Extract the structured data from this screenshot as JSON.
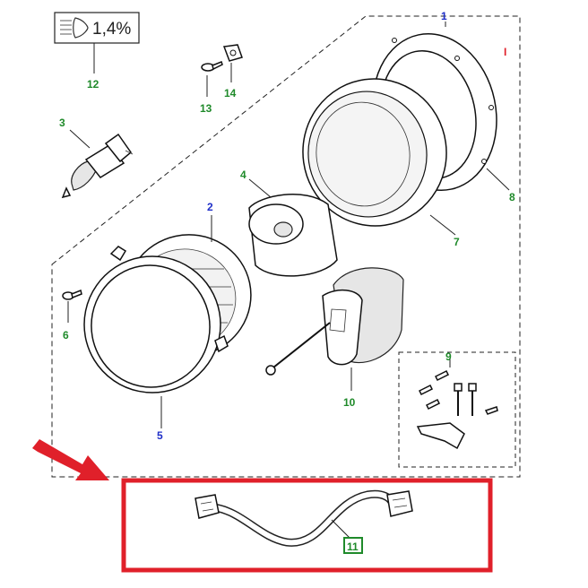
{
  "legend_box": {
    "value": "1,4%",
    "icon": "headlamp-beam-icon"
  },
  "callouts": {
    "c1": "1",
    "c2": "2",
    "c3": "3",
    "c4": "4",
    "c5": "5",
    "c6": "6",
    "c7": "7",
    "c8": "8",
    "c9": "9",
    "c10": "10",
    "c11": "11",
    "c12": "12",
    "c13": "13",
    "c14": "14"
  },
  "marker": "I",
  "colors": {
    "callout_green": "#1f8a2a",
    "callout_blue": "#1f2fc8",
    "highlight_red": "#e0202a"
  },
  "icons": [
    "headlamp-beam-icon",
    "arrow-pointer-icon"
  ]
}
